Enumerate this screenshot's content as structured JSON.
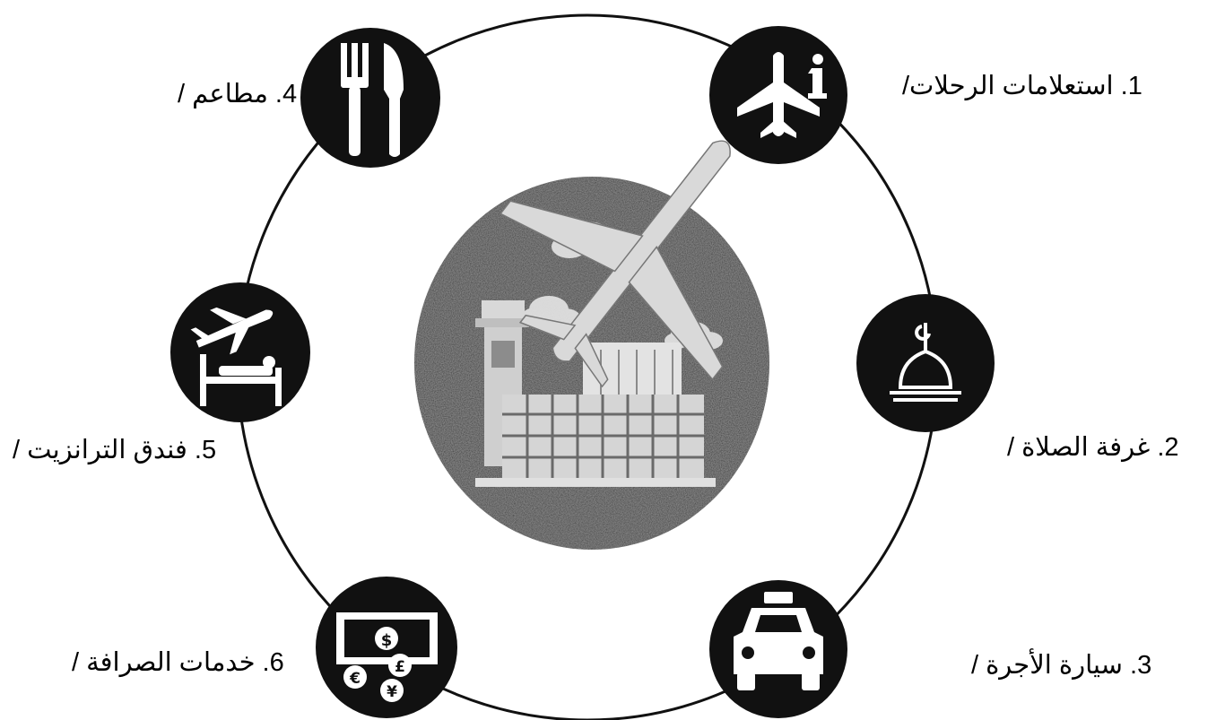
{
  "services": [
    {
      "id": "flight-info",
      "label": "1. استعلامات الرحلات/",
      "icon": "airplane-info-icon"
    },
    {
      "id": "prayer-room",
      "label": "2. غرفة الصلاة /",
      "icon": "mosque-dome-icon"
    },
    {
      "id": "taxi",
      "label": "3. سيارة الأجرة /",
      "icon": "taxi-icon"
    },
    {
      "id": "restaurants",
      "label": "4. مطاعم /",
      "icon": "fork-knife-icon"
    },
    {
      "id": "transit-hotel",
      "label": "5. فندق الترانزيت /",
      "icon": "plane-bed-icon"
    },
    {
      "id": "currency-exchange",
      "label": "6. خدمات الصرافة /",
      "icon": "banknote-currency-icon"
    }
  ],
  "center": {
    "icon": "airport-terminal-icon"
  },
  "colors": {
    "ink": "#1a1a1a",
    "paper": "#ffffff",
    "center_bg": "#2b2b2b"
  }
}
